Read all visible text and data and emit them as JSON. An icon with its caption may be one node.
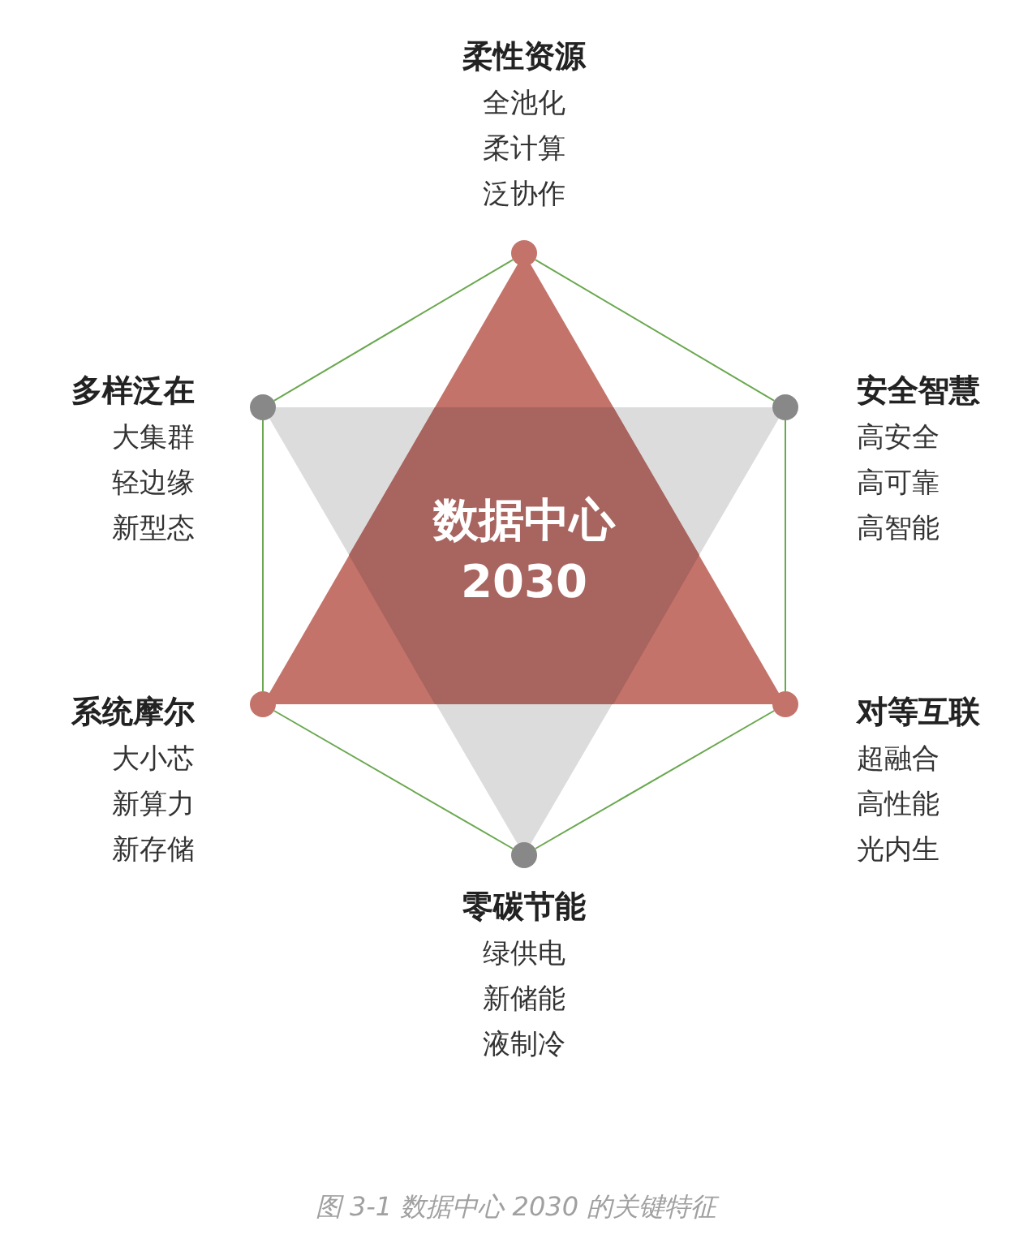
{
  "diagram": {
    "caption": "图 3-1 数据中心 2030 的关键特征",
    "nodes": [
      {
        "text": [
          "柔性资源",
          "全池化",
          "柔计算",
          "泛协作"
        ]
      },
      {
        "text": [],
        "shape": "circle"
      },
      {
        "text": [
          "多样泛在",
          "大集群",
          "轻边缘",
          "新型态"
        ]
      },
      {
        "text": [],
        "shape": "circle"
      },
      {
        "text": [
          "安全智慧",
          "高安全",
          "高可靠",
          "高智能"
        ]
      },
      {
        "text": [],
        "shape": "circle"
      },
      {
        "text": [
          "数据中心 2030"
        ]
      },
      {
        "text": [
          "系统摩尔",
          "大小芯",
          "新算力",
          "新存储"
        ]
      },
      {
        "text": [],
        "shape": "circle"
      },
      {
        "text": [
          "对等互联",
          "超融合",
          "高性能",
          "光内生"
        ]
      },
      {
        "text": [],
        "shape": "circle"
      },
      {
        "text": [],
        "shape": "circle"
      },
      {
        "text": [
          "零碳节能",
          "绿供电",
          "新储能",
          "液制冷"
        ]
      }
    ],
    "edges": [
      {
        "from": 1,
        "to": 5,
        "arrow": "none"
      },
      {
        "from": 5,
        "to": 10,
        "arrow": "none"
      },
      {
        "from": 10,
        "to": 11,
        "arrow": "none"
      },
      {
        "from": 11,
        "to": 8,
        "arrow": "none"
      },
      {
        "from": 8,
        "to": 3,
        "arrow": "none"
      },
      {
        "from": 3,
        "to": 1,
        "arrow": "none"
      }
    ]
  }
}
